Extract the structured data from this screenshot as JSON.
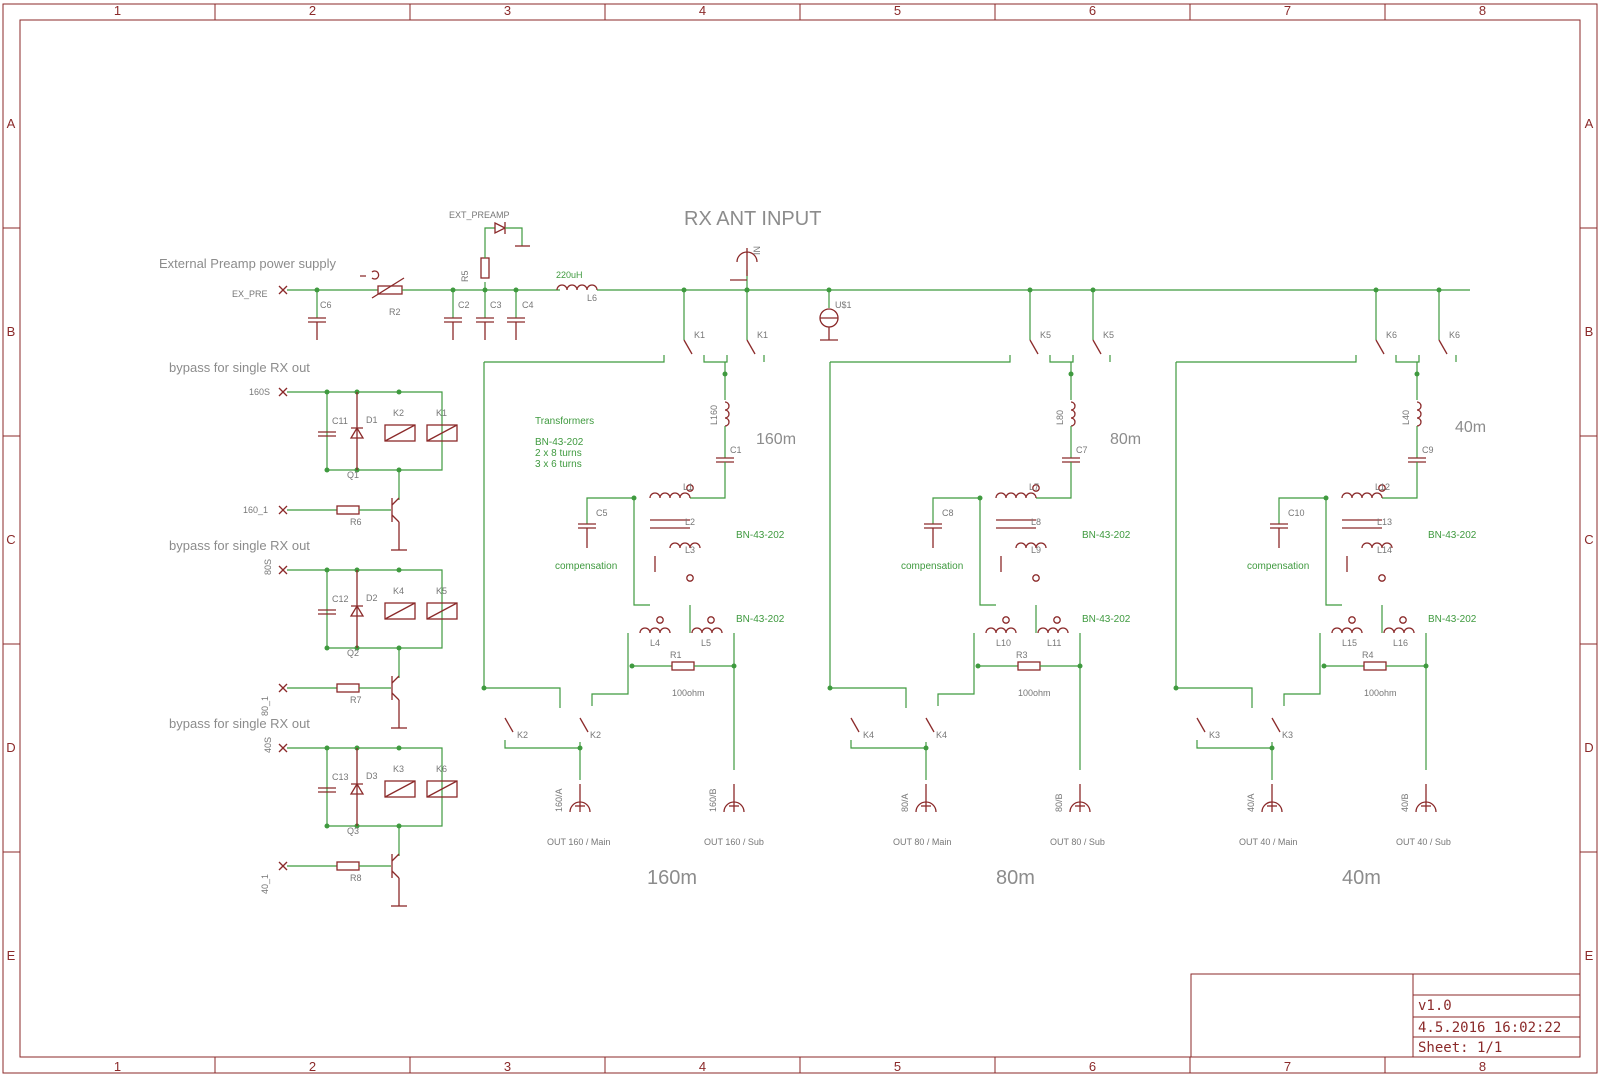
{
  "zones": {
    "columns": [
      "1",
      "2",
      "3",
      "4",
      "5",
      "6",
      "7",
      "8"
    ],
    "rows": [
      "A",
      "B",
      "C",
      "D",
      "E"
    ]
  },
  "labels": {
    "rx_ant_input": "RX ANT INPUT",
    "ext_preamp_supply": "External Preamp power supply",
    "bypass_1": "bypass for single RX out",
    "bypass_2": "bypass for single RX out",
    "bypass_3": "bypass for single RX out",
    "ex_pre": "EX_PRE",
    "ext_preamp": "EXT_PREAMP",
    "choke_value": "220uH",
    "choke_name": "L6",
    "r2": "R2",
    "r5": "R5",
    "c6": "C6",
    "c2": "C2",
    "c3": "C3",
    "c4": "C4",
    "us1": "U$1",
    "in": "IN"
  },
  "notes": {
    "transformers_title": "Transformers",
    "core": "BN-43-202",
    "line1": "2 x 8 turns",
    "line2": "3 x 6 turns"
  },
  "drivers": [
    {
      "input": "160S",
      "cap": "C11",
      "diode": "D1",
      "relay_a": "K2",
      "relay_b": "K1",
      "transistor": "Q1",
      "ctrl": "160_1",
      "resistor": "R6"
    },
    {
      "input": "80S",
      "cap": "C12",
      "diode": "D2",
      "relay_a": "K4",
      "relay_b": "K5",
      "transistor": "Q2",
      "ctrl": "80_1",
      "resistor": "R7"
    },
    {
      "input": "40S",
      "cap": "C13",
      "diode": "D3",
      "relay_a": "K3",
      "relay_b": "K6",
      "transistor": "Q3",
      "ctrl": "40_1",
      "resistor": "R8"
    }
  ],
  "bands": [
    {
      "title": "160m",
      "tag": "160m",
      "top_relay": "K1",
      "inductor": "L160",
      "cap": "C1",
      "comp_cap": "C5",
      "compensation": "compensation",
      "t1": [
        "L1",
        "L2",
        "L3"
      ],
      "t1_core": "BN-43-202",
      "t2": [
        "L4",
        "L5"
      ],
      "t2_core": "BN-43-202",
      "resistor": "R1",
      "resistor_value": "100ohm",
      "bot_relay": "K2",
      "port_a": "160/A",
      "port_b": "160/B",
      "out_main": "OUT 160 / Main",
      "out_sub": "OUT 160 / Sub"
    },
    {
      "title": "80m",
      "tag": "80m",
      "top_relay": "K5",
      "inductor": "L80",
      "cap": "C7",
      "comp_cap": "C8",
      "compensation": "compensation",
      "t1": [
        "L7",
        "L8",
        "L9"
      ],
      "t1_core": "BN-43-202",
      "t2": [
        "L10",
        "L11"
      ],
      "t2_core": "BN-43-202",
      "resistor": "R3",
      "resistor_value": "100ohm",
      "bot_relay": "K4",
      "port_a": "80/A",
      "port_b": "80/B",
      "out_main": "OUT 80 / Main",
      "out_sub": "OUT 80 / Sub"
    },
    {
      "title": "40m",
      "tag": "40m",
      "top_relay": "K6",
      "inductor": "L40",
      "cap": "C9",
      "comp_cap": "C10",
      "compensation": "compensation",
      "t1": [
        "L12",
        "L13",
        "L14"
      ],
      "t1_core": "BN-43-202",
      "t2": [
        "L15",
        "L16"
      ],
      "t2_core": "BN-43-202",
      "resistor": "R4",
      "resistor_value": "100ohm",
      "bot_relay": "K3",
      "port_a": "40/A",
      "port_b": "40/B",
      "out_main": "OUT 40 / Main",
      "out_sub": "OUT 40 / Sub"
    }
  ],
  "title_block": {
    "version": "v1.0",
    "date": "4.5.2016 16:02:22",
    "sheet": "Sheet: 1/1"
  }
}
